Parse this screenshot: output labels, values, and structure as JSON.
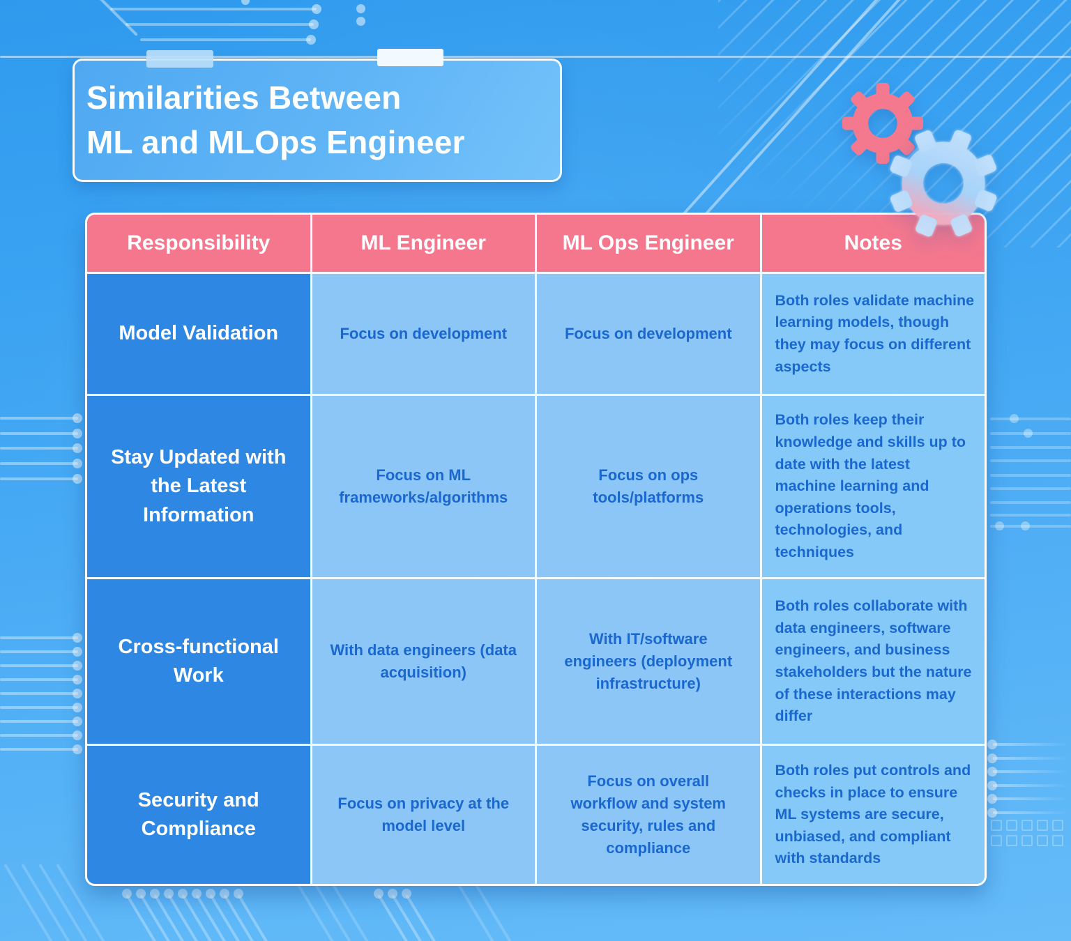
{
  "title": {
    "line1": "Similarities Between",
    "line2": "ML and MLOps Engineer"
  },
  "table": {
    "headers": [
      "Responsibility",
      "ML Engineer",
      "ML Ops Engineer",
      "Notes"
    ],
    "rows": [
      {
        "responsibility": "Model Validation",
        "ml_engineer": "Focus on development",
        "mlops_engineer": "Focus on development",
        "notes": "Both roles validate machine learning models, though they may focus on different aspects"
      },
      {
        "responsibility": "Stay Updated with the Latest Information",
        "ml_engineer": "Focus on ML frameworks/algorithms",
        "mlops_engineer": "Focus on ops tools/platforms",
        "notes": "Both roles keep their knowledge and skills up to date with the latest machine learning and operations tools, technologies, and techniques"
      },
      {
        "responsibility": "Cross-functional Work",
        "ml_engineer": "With data engineers (data acquisition)",
        "mlops_engineer": "With IT/software engineers (deployment infrastructure)",
        "notes": "Both roles collaborate with data engineers, software engineers, and business stakeholders but the nature of these interactions may differ"
      },
      {
        "responsibility": "Security and Compliance",
        "ml_engineer": "Focus on privacy at the model level",
        "mlops_engineer": "Focus on overall workflow and system security, rules and compliance",
        "notes": "Both roles put controls and checks in place to ensure ML systems are secure, unbiased, and compliant with standards"
      }
    ]
  },
  "icons": {
    "gear_small": "gear-icon",
    "gear_large": "gear-icon"
  },
  "colors": {
    "background": "#3AA2F2",
    "header_pink": "#F5778E",
    "row_label_blue": "#2E87E2",
    "cell_blue": "#8CC6F6",
    "notes_cell_blue": "#85C9F8",
    "cell_text_blue": "#1A68CF",
    "title_text": "#FFFFFF",
    "gear_pink": "#F4798E",
    "gear_blue_top": "#C4E1FC",
    "gear_blue_bottom": "#F6A9B9"
  }
}
